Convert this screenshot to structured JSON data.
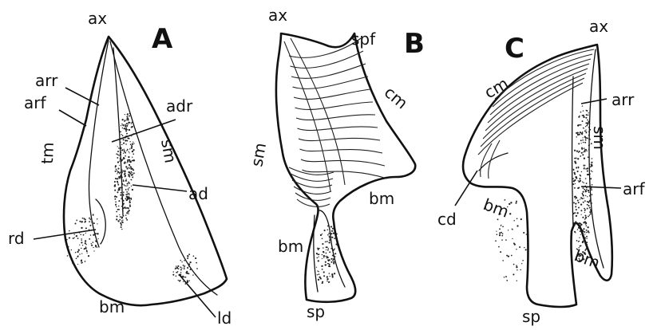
{
  "figure": {
    "panels": [
      {
        "id": "A",
        "letter": "A",
        "labels": {
          "ax": "ax",
          "arr": "arr",
          "arf": "arf",
          "tm": "tm",
          "adr": "adr",
          "sm": "sm",
          "ad": "ad",
          "rd": "rd",
          "bm": "bm",
          "ld": "ld"
        }
      },
      {
        "id": "B",
        "letter": "B",
        "labels": {
          "ax": "ax",
          "spf": "spf",
          "cm": "cm",
          "sm": "sm",
          "bm_right": "bm",
          "bm_left": "bm",
          "sp": "sp"
        }
      },
      {
        "id": "C",
        "letter": "C",
        "labels": {
          "ax": "ax",
          "cm": "cm",
          "arr": "arr",
          "sm": "sm",
          "arf": "arf",
          "cd": "cd",
          "bm_left": "bm",
          "bm_right": "bm",
          "sp": "sp"
        }
      }
    ],
    "ink_color": "#111111",
    "background_color": "#ffffff"
  }
}
